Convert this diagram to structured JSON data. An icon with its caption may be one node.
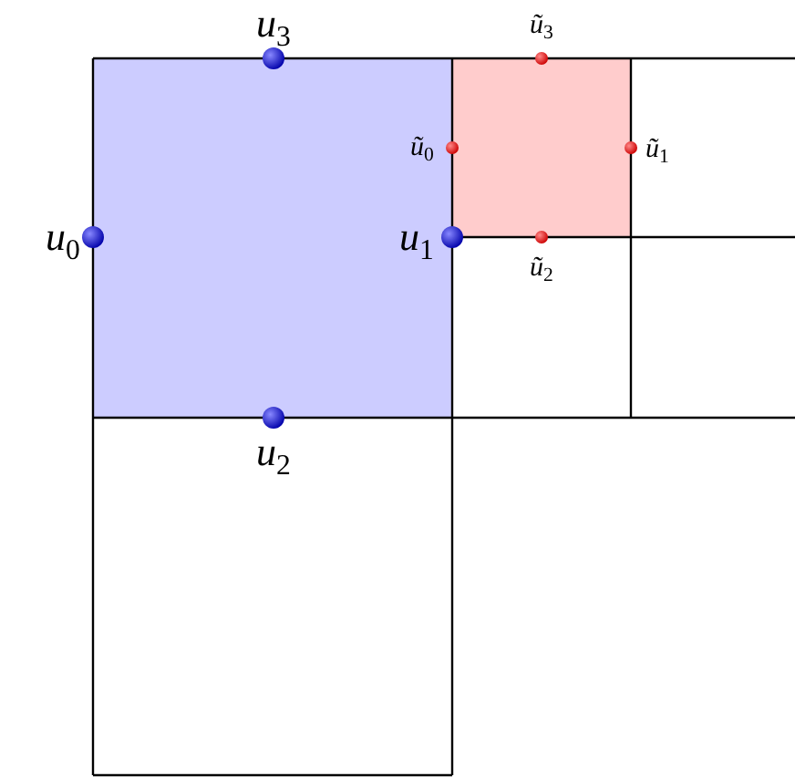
{
  "diagram": {
    "labels": [
      "*u*$_{3}$",
      "*u*$_{0}$",
      "*u*$_{1}$",
      "*u*$_{2}$",
      "*ũ*$_{3}$",
      "*ũ*$_{0}$",
      "*ũ*$_{1}$",
      "*ũ*$_{2}$"
    ]
  }
}
